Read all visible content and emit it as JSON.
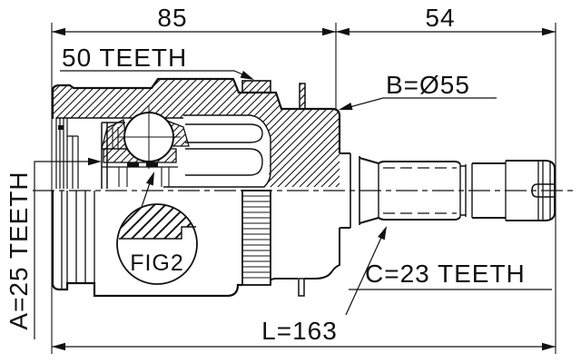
{
  "drawing": {
    "type": "technical-cross-section",
    "subject": "CV joint / drive shaft engineering drawing",
    "dimensions": {
      "width_joint": "85",
      "width_shaft": "54",
      "overall_length": "L=163"
    },
    "labels": {
      "ring_teeth": "50 TEETH",
      "joint_diameter": "B=Ø55",
      "inner_spline": "A=25 TEETH",
      "shaft_spline": "C=23 TEETH",
      "detail_ref": "FIG2"
    },
    "colors": {
      "line": "#111111",
      "background": "#ffffff"
    }
  }
}
